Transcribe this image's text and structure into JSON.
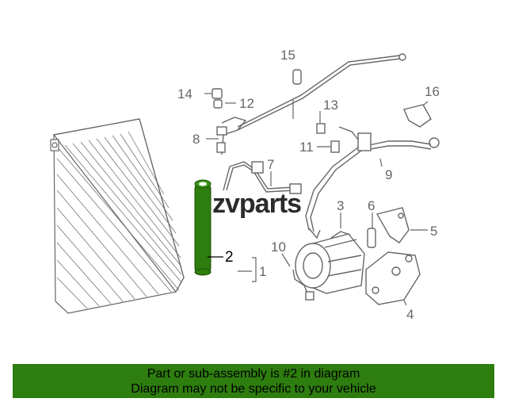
{
  "watermark": "zvparts",
  "callouts": {
    "c1": "1",
    "c2": "2",
    "c3": "3",
    "c4": "4",
    "c5": "5",
    "c6": "6",
    "c7": "7",
    "c8": "8",
    "c9": "9",
    "c10": "10",
    "c11": "11",
    "c12": "12",
    "c13": "13",
    "c14": "14",
    "c15": "15",
    "c16": "16"
  },
  "highlighted_part": "2",
  "colors": {
    "highlight": "#2e7d0f",
    "line_art": "#666666"
  },
  "banner": {
    "line1": "Part or sub-assembly is #2 in diagram",
    "line2": "Diagram may not be specific to your vehicle"
  }
}
